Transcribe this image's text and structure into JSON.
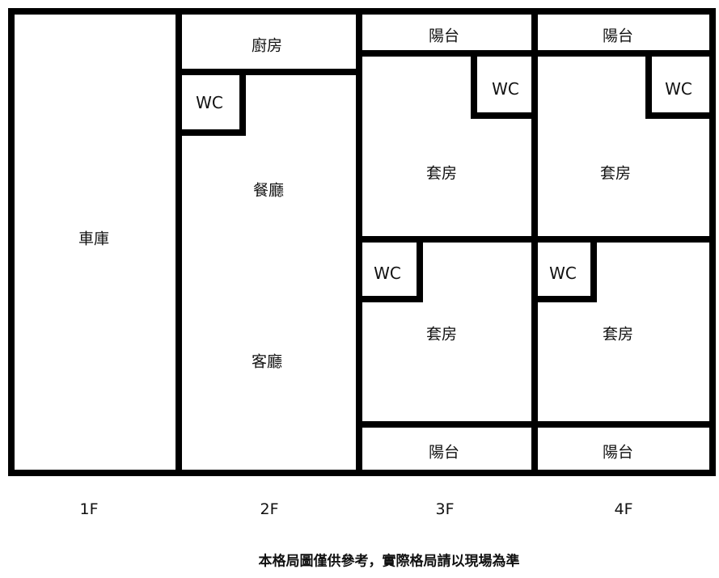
{
  "rooms": {
    "garage": "車庫",
    "kitchen": "廚房",
    "dining": "餐廳",
    "living": "客廳",
    "wc": "WC",
    "suite": "套房",
    "balcony": "陽台"
  },
  "floors": [
    "1F",
    "2F",
    "3F",
    "4F"
  ],
  "caption": "本格局圖僅供參考，實際格局請以現場為準"
}
